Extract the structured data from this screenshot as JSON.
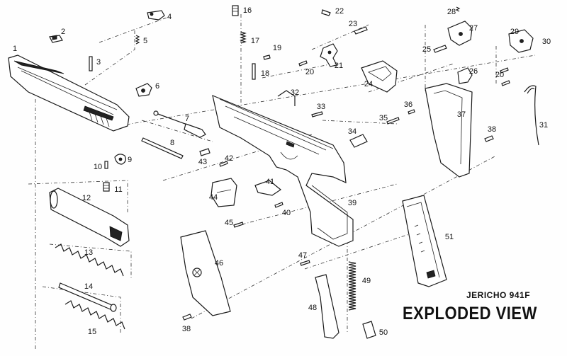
{
  "caption": {
    "model": "JERICHO 941F",
    "view": "EXPLODED VIEW"
  },
  "part_numbers": {
    "p1": "1",
    "p2": "2",
    "p3": "3",
    "p4": "4",
    "p5": "5",
    "p6": "6",
    "p7": "7",
    "p8": "8",
    "p9": "9",
    "p10": "10",
    "p11": "11",
    "p12": "12",
    "p13": "13",
    "p14": "14",
    "p15": "15",
    "p16": "16",
    "p17": "17",
    "p18": "18",
    "p19": "19",
    "p20a": "20",
    "p20b": "20",
    "p21": "21",
    "p22": "22",
    "p23": "23",
    "p24": "24",
    "p25": "25",
    "p26": "26",
    "p27": "27",
    "p28": "28",
    "p29": "29",
    "p30": "30",
    "p31": "31",
    "p32": "32",
    "p33": "33",
    "p34": "34",
    "p35": "35",
    "p36": "36",
    "p37": "37",
    "p38a": "38",
    "p38b": "38",
    "p39": "39",
    "p40": "40",
    "p41": "41",
    "p42": "42",
    "p43": "43",
    "p44": "44",
    "p45": "45",
    "p46": "46",
    "p47": "47",
    "p48": "48",
    "p49": "49",
    "p50": "50",
    "p51": "51"
  }
}
